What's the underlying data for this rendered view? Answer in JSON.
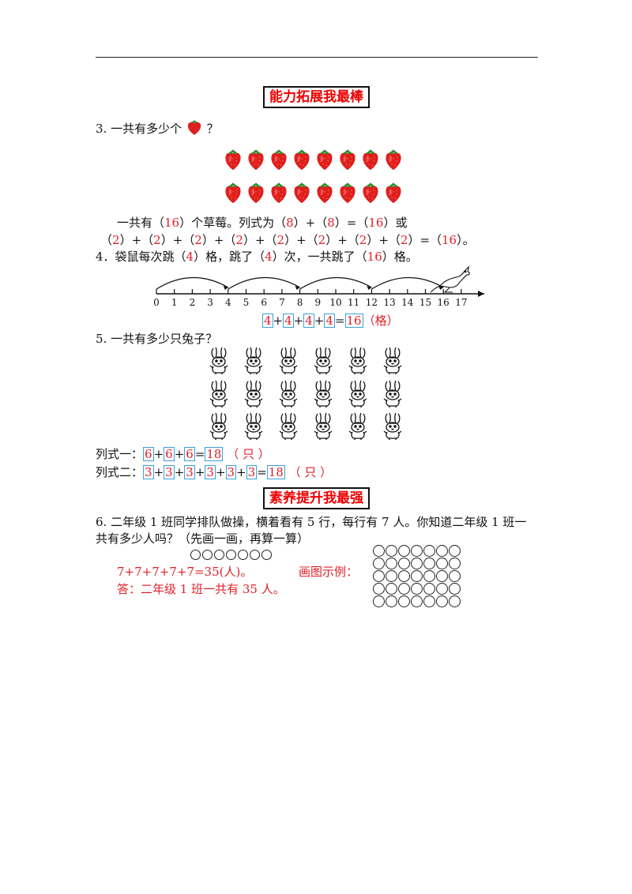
{
  "section1": {
    "title": "能力拓展我最棒"
  },
  "q3": {
    "prompt_pre": "3. 一共有多少个",
    "prompt_post": "？",
    "rows": 2,
    "per_row": 8,
    "answer_line1": {
      "a": "一共有（",
      "b": "16",
      "c": "）个草莓。列式为（",
      "d": "8",
      "e": "）+（",
      "f": "8",
      "g": "）=（",
      "h": "16",
      "i": "）或"
    },
    "answer_line2": {
      "two": "2",
      "result": "16",
      "tail": "。"
    }
  },
  "q4": {
    "a": "4．袋鼠每次跳（",
    "b": "4",
    "c": "）格，跳了（",
    "d": "4",
    "e": "）次，一共跳了（",
    "f": "16",
    "g": "）格。",
    "ticks": [
      "0",
      "1",
      "2",
      "3",
      "4",
      "5",
      "6",
      "7",
      "8",
      "9",
      "10",
      "11",
      "12",
      "13",
      "14",
      "15",
      "16",
      "17"
    ],
    "equation": [
      "4",
      "+",
      "4",
      "+",
      "4",
      "+",
      "4",
      "=",
      "16"
    ],
    "unit": "（格）"
  },
  "q5": {
    "prompt": "5. 一共有多少只兔子？",
    "rows": 3,
    "per_row": 6,
    "eq1_label": "列式一：",
    "eq1": [
      "6",
      "+",
      "6",
      "+",
      "6",
      "=",
      "18"
    ],
    "eq1_unit": "（ 只 ）",
    "eq2_label": "列式二：",
    "eq2": [
      "3",
      "+",
      "3",
      "+",
      "3",
      "+",
      "3",
      "+",
      "3",
      "+",
      "3",
      "=",
      "18"
    ],
    "eq2_unit": "（ 只 ）"
  },
  "section2": {
    "title": "素养提升我最强"
  },
  "q6": {
    "line1": "6. 二年级 1 班同学排队做操，横着看有 5 行，每行有 7 人。你知道二年级 1 班一",
    "line2": "共有多少人吗？（先画一画，再算一算）",
    "equation": "7+7+7+7+7=35(人)。",
    "answer": "答：二年级 1 班一共有 35 人。",
    "example_label": "画图示例：",
    "rows": 5,
    "per_row": 7
  }
}
